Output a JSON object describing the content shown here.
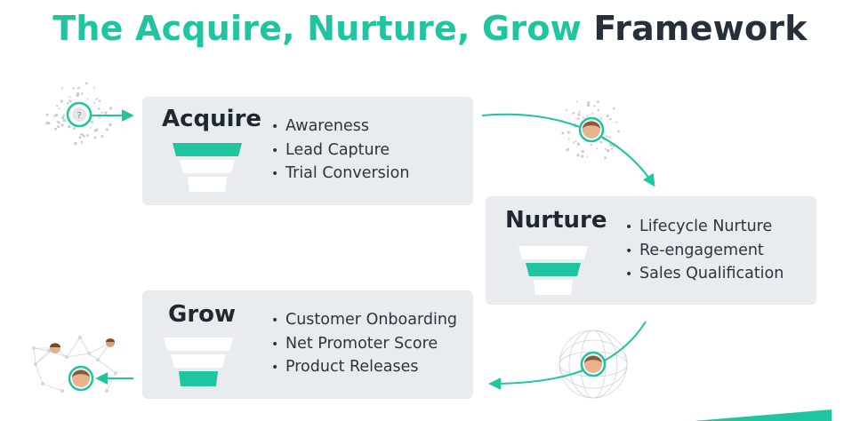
{
  "title": {
    "part1": "The Acquire, Nurture, Grow",
    "part2": "Framework"
  },
  "colors": {
    "accent": "#1fc4a1",
    "dark": "#27303a",
    "card": "#e9ecef",
    "funnel_inactive": "#ffffff"
  },
  "stages": [
    {
      "name": "Acquire",
      "active_level": 1,
      "items": [
        "Awareness",
        "Lead Capture",
        "Trial Conversion"
      ]
    },
    {
      "name": "Nurture",
      "active_level": 2,
      "items": [
        "Lifecycle Nurture",
        "Re-engagement",
        "Sales Qualification"
      ]
    },
    {
      "name": "Grow",
      "active_level": 3,
      "items": [
        "Customer Onboarding",
        "Net Promoter Score",
        "Product Releases"
      ]
    }
  ],
  "icons": {
    "unknown_visitor": {
      "glyph": "?",
      "name": "question-mark-icon"
    },
    "person": "person-avatar-icon"
  }
}
